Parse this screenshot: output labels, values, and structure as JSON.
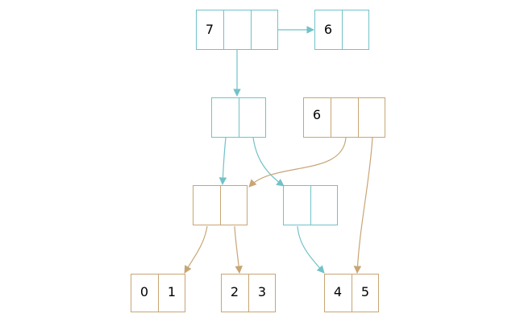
{
  "colors": {
    "teal": "#72c2c8",
    "tan": "#c8a574",
    "text": "#000000",
    "background": "#ffffff"
  },
  "nodes": {
    "top_left": {
      "label": "7",
      "cells": [
        "7",
        "",
        ""
      ],
      "color": "teal"
    },
    "top_right": {
      "label": "6",
      "cells": [
        "6",
        ""
      ],
      "color": "teal"
    },
    "mid_teal": {
      "cells": [
        "",
        ""
      ],
      "color": "teal"
    },
    "mid_tan": {
      "label": "6",
      "cells": [
        "6",
        "",
        ""
      ],
      "color": "tan"
    },
    "lower_tan": {
      "cells": [
        "",
        ""
      ],
      "color": "tan"
    },
    "lower_teal": {
      "cells": [
        "",
        ""
      ],
      "color": "teal"
    },
    "leaf_01": {
      "cells": [
        "0",
        "1"
      ],
      "color": "tan"
    },
    "leaf_23": {
      "cells": [
        "2",
        "3"
      ],
      "color": "tan"
    },
    "leaf_45": {
      "cells": [
        "4",
        "5"
      ],
      "color": "tan"
    }
  },
  "edges": [
    {
      "from": "top_left",
      "to": "top_right",
      "color": "teal"
    },
    {
      "from": "top_left",
      "to": "mid_teal",
      "color": "teal"
    },
    {
      "from": "mid_teal",
      "to": "lower_tan",
      "color": "teal"
    },
    {
      "from": "mid_teal",
      "to": "lower_teal",
      "color": "teal"
    },
    {
      "from": "mid_tan",
      "to": "lower_tan",
      "color": "tan"
    },
    {
      "from": "mid_tan",
      "to": "leaf_45",
      "color": "tan"
    },
    {
      "from": "lower_tan",
      "to": "leaf_01",
      "color": "tan"
    },
    {
      "from": "lower_tan",
      "to": "leaf_23",
      "color": "tan"
    },
    {
      "from": "lower_teal",
      "to": "leaf_45",
      "color": "teal"
    }
  ]
}
